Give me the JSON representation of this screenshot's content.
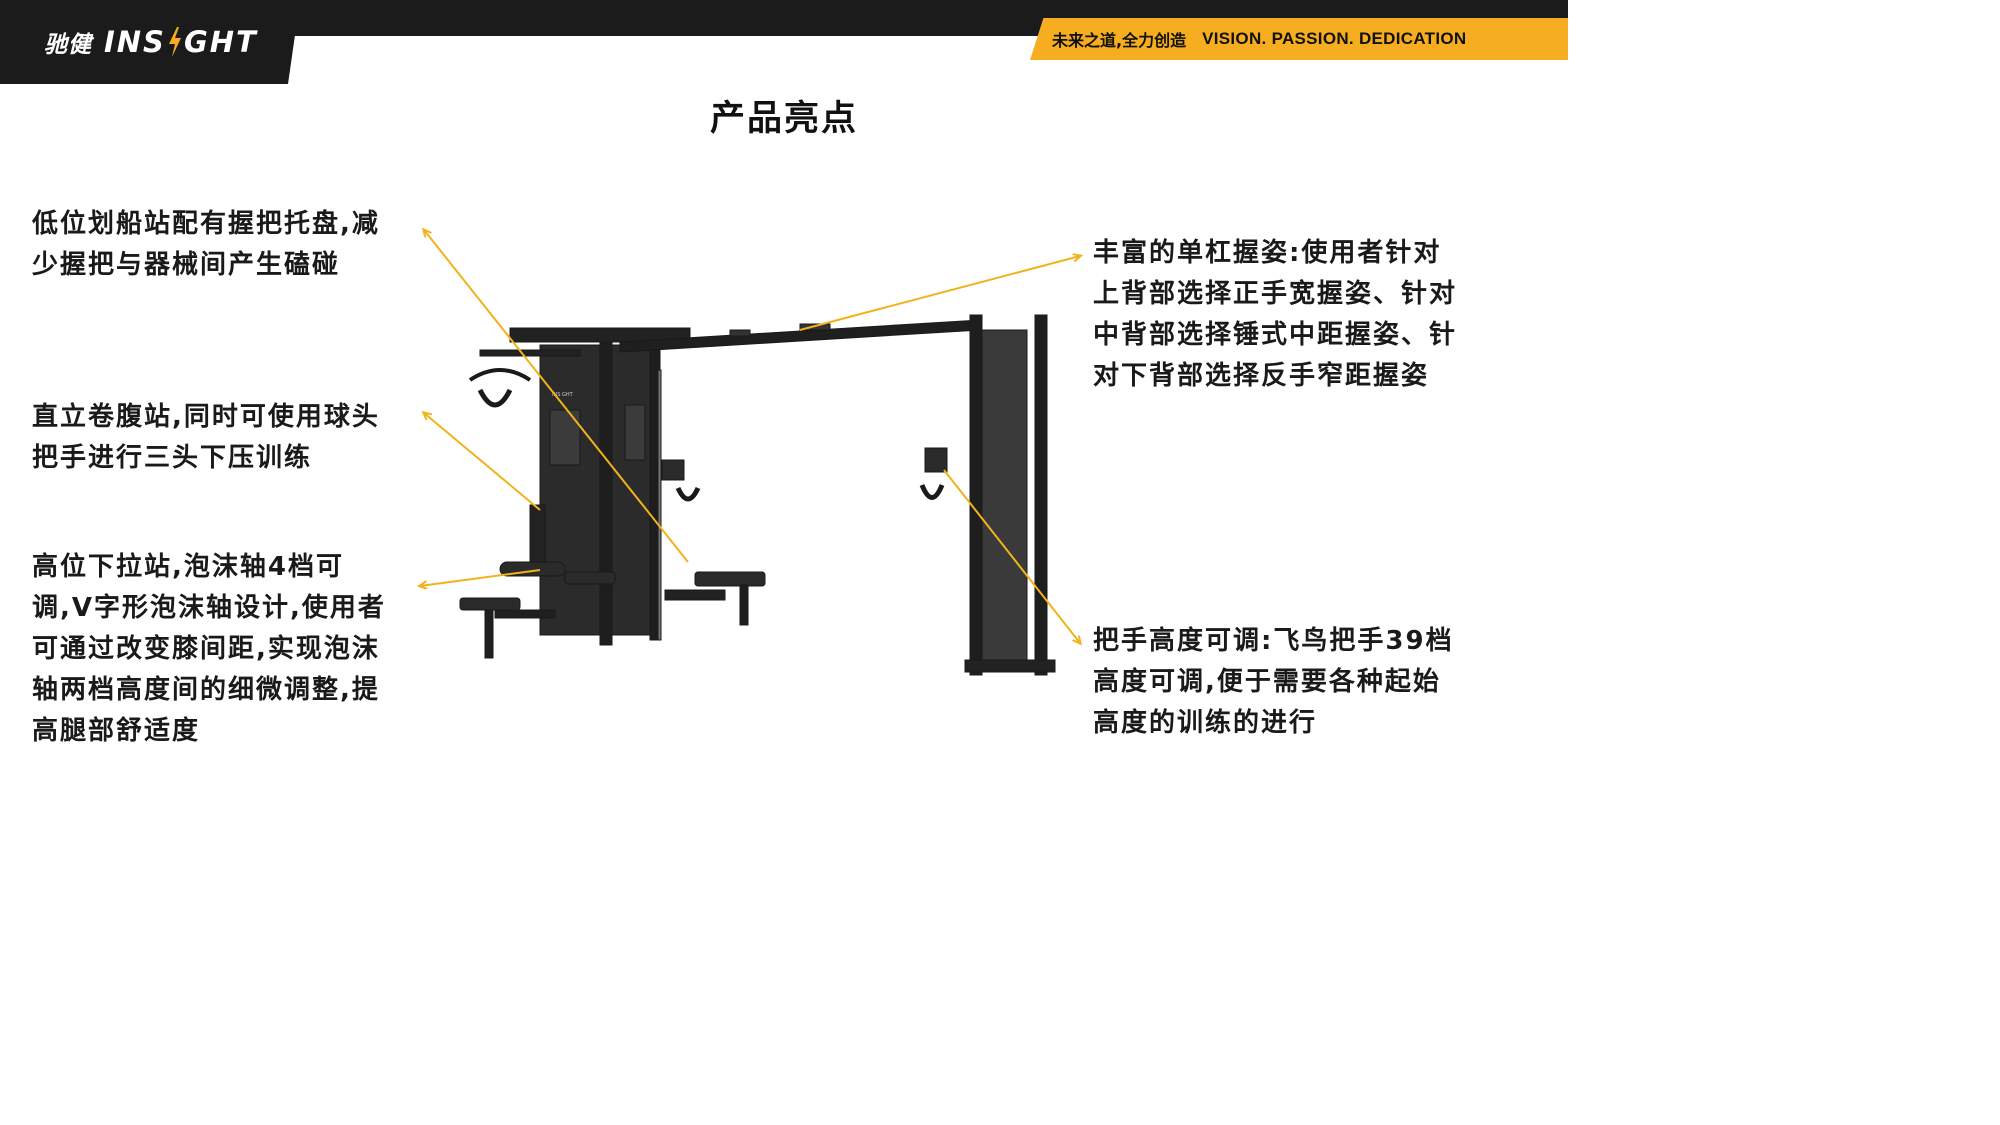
{
  "header": {
    "logo_cn": "驰健",
    "logo_en_left": "INS",
    "logo_en_right": "GHT",
    "slogan_cn": "未来之道,全力创造",
    "slogan_en": "VISION. PASSION. DEDICATION",
    "accent_color": "#f6ae20",
    "bar_color": "#1b1b1b"
  },
  "page_title": "产品亮点",
  "callouts": {
    "low_row": "低位划船站配有握把托盘,减少握把与器械间产生磕碰",
    "crunch": "直立卷腹站,同时可使用球头把手进行三头下压训练",
    "lat_pulldown": "高位下拉站,泡沫轴4档可调,V字形泡沫轴设计,使用者可通过改变膝间距,实现泡沫轴两档高度间的细微调整,提高腿部舒适度",
    "pullup_grips": "丰富的单杠握姿:使用者针对上背部选择正手宽握姿、针对中背部选择锤式中距握姿、针对下背部选择反手窄距握姿",
    "handle_height": "把手高度可调:飞鸟把手39档高度可调,便于需要各种起始高度的训练的进行"
  },
  "machine_labels": {
    "tower_brand": "INS GHT"
  },
  "arrow_color": "#f2b21a"
}
